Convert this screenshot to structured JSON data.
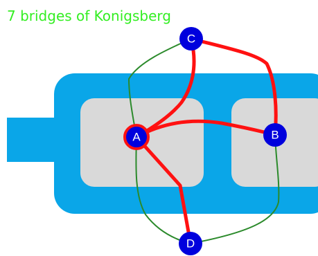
{
  "title": "7 bridges of Konigsberg",
  "colors": {
    "title": "#33ee22",
    "river": "#0aa6e8",
    "land": "#d9d9d9",
    "node_fill": "#0000dd",
    "node_selected_ring": "#ff1111",
    "node_label": "#ffffff",
    "path_drawn": "#ff1111",
    "bridge_unused": "#2b8a2b"
  },
  "nodes": [
    {
      "id": "A",
      "label": "A",
      "selected": true
    },
    {
      "id": "B",
      "label": "B",
      "selected": false
    },
    {
      "id": "C",
      "label": "C",
      "selected": false
    },
    {
      "id": "D",
      "label": "D",
      "selected": false
    }
  ],
  "bridges": [
    {
      "id": "A-C-1",
      "from": "A",
      "to": "C",
      "status": "used"
    },
    {
      "id": "A-C-2",
      "from": "A",
      "to": "C",
      "status": "unused"
    },
    {
      "id": "A-D-1",
      "from": "A",
      "to": "D",
      "status": "used"
    },
    {
      "id": "A-D-2",
      "from": "A",
      "to": "D",
      "status": "unused"
    },
    {
      "id": "A-B",
      "from": "A",
      "to": "B",
      "status": "used"
    },
    {
      "id": "B-C",
      "from": "B",
      "to": "C",
      "status": "used"
    },
    {
      "id": "B-D",
      "from": "B",
      "to": "D",
      "status": "unused"
    }
  ]
}
